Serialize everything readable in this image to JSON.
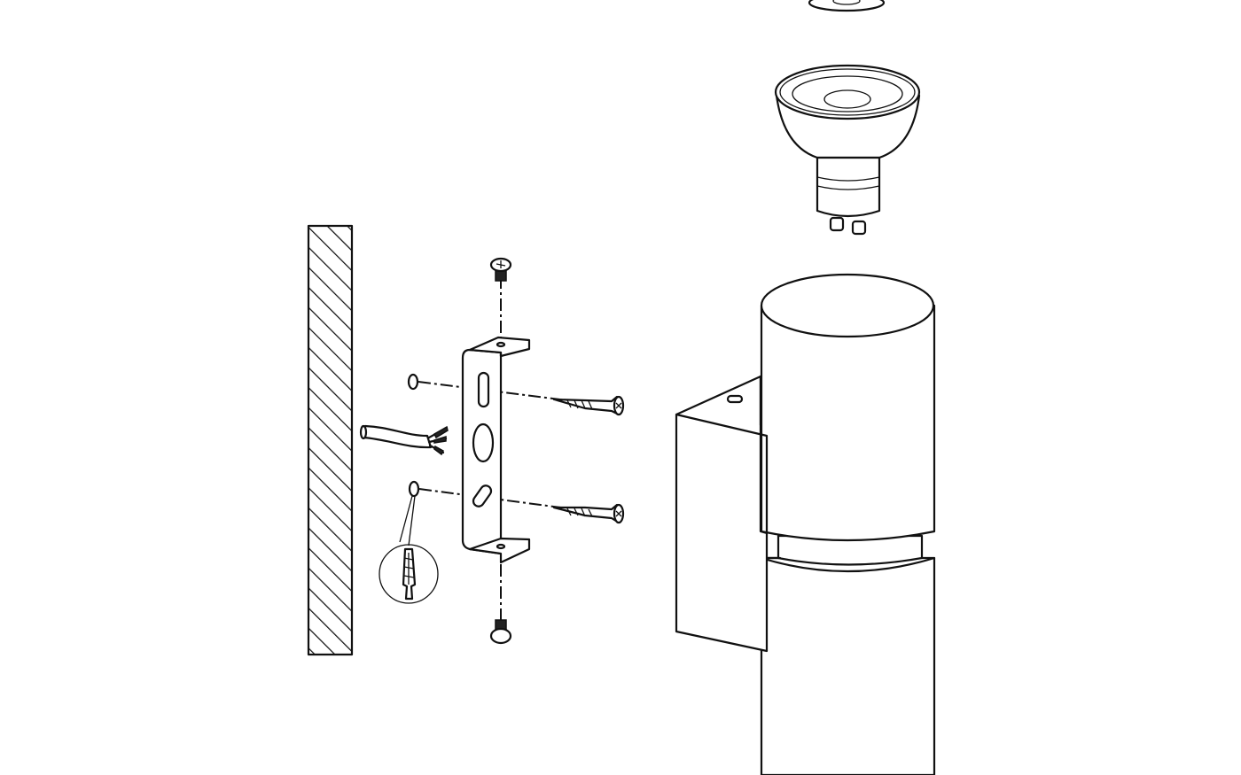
{
  "diagram": {
    "kind": "exploded assembly drawing, wall light mounting",
    "parts": [
      "wall",
      "cable",
      "wall-plugs",
      "mounting-bracket",
      "bracket-screws",
      "wood-screws",
      "lamp-body",
      "gu10-bulb",
      "top-ring"
    ],
    "colors": {
      "line": "#111111",
      "background": "#ffffff"
    }
  }
}
